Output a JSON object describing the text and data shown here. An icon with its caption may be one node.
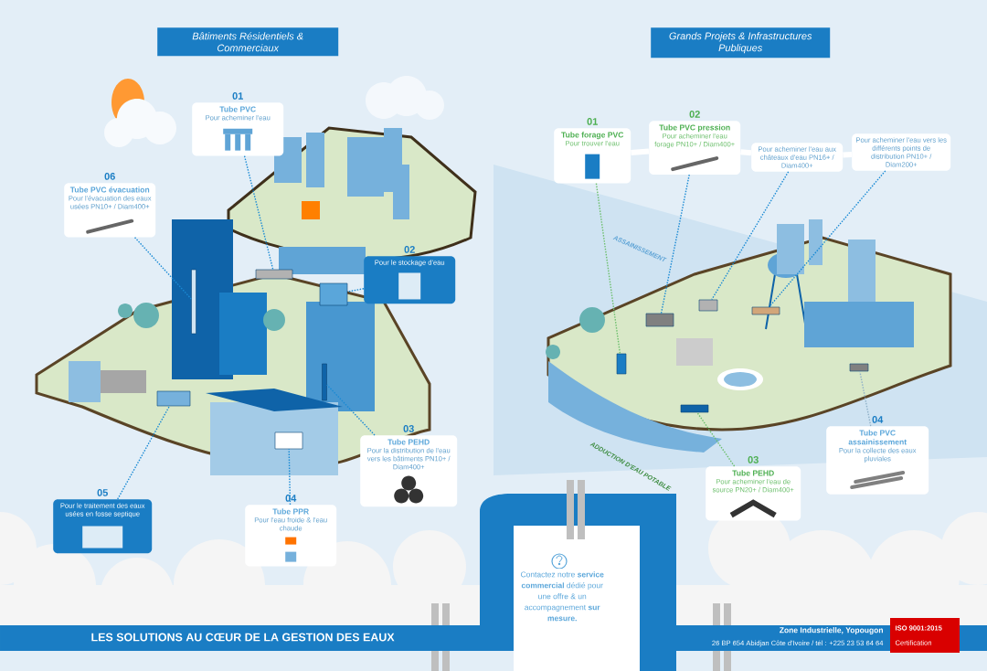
{
  "diagram": {
    "nodes": [
      {
        "text": [
          "Bâtiments Résidentiels & Commerciaux"
        ]
      },
      {
        "text": [
          "Grands Projets & Infrastructures Publiques"
        ]
      },
      {
        "text": [
          "Tube PVC",
          "Pour acheminer l'eau"
        ],
        "beside": [
          "01"
        ]
      },
      {
        "text": [
          "Pour le stockage d'eau"
        ],
        "beside": [
          "02"
        ]
      },
      {
        "text": [
          "Tube PEHD",
          "Pour la distribution de l'eau vers les bâtiments PN10+ / Diam400+"
        ],
        "beside": [
          "03"
        ]
      },
      {
        "text": [
          "Tube PPR",
          "Pour l'eau froide & l'eau chaude"
        ],
        "beside": [
          "04"
        ]
      },
      {
        "text": [
          "Pour le traitement des eaux usées en fosse septique"
        ],
        "beside": [
          "05"
        ]
      },
      {
        "text": [
          "Tube PVC évacuation",
          "Pour l'évacuation des eaux usées PN10+ / Diam400+"
        ],
        "beside": [
          "06"
        ]
      },
      {
        "text": [
          "Tube forage PVC",
          "Pour trouver l'eau"
        ],
        "beside": [
          "01"
        ]
      },
      {
        "text": [
          "Tube PVC pression",
          "Pour acheminer l'eau forage PN10+ / Diam400+"
        ],
        "beside": [
          "02"
        ]
      },
      {
        "text": [
          "Pour acheminer l'eau aux châteaux d'eau PN16+ / Diam400+"
        ]
      },
      {
        "text": [
          "Pour acheminer l'eau vers les différents points de distribution PN10+ / Diam200+"
        ]
      },
      {
        "text": [
          "Tube PEHD",
          "Pour acheminer l'eau de source PN20+ / Diam400+"
        ],
        "beside": [
          "03"
        ]
      },
      {
        "text": [
          "Tube PVC assainissement",
          "Pour la collecte des eaux pluviales"
        ],
        "beside": [
          "04"
        ]
      },
      {
        "text": [
          "Contactez notre **service commercial** dédié pour une offre & un accompagnement **sur mesure.**"
        ]
      },
      {
        "text": [],
        "shape": "box"
      },
      {
        "text": [],
        "shape": "box"
      },
      {
        "text": [],
        "shape": "box"
      },
      {
        "text": [],
        "shape": "box"
      },
      {
        "text": [],
        "shape": "box"
      },
      {
        "text": [],
        "shape": "box"
      },
      {
        "text": [],
        "shape": "box"
      },
      {
        "text": [],
        "shape": "box"
      },
      {
        "text": [],
        "shape": "box"
      },
      {
        "text": [],
        "shape": "box"
      },
      {
        "text": [],
        "shape": "box"
      },
      {
        "text": [],
        "shape": "box"
      }
    ],
    "edges": [
      {
        "from": 2,
        "to": 15,
        "arrow": "none",
        "style": "dashed"
      },
      {
        "from": 7,
        "to": 16,
        "arrow": "none",
        "style": "dashed"
      },
      {
        "from": 3,
        "to": 17,
        "arrow": "none",
        "style": "dashed"
      },
      {
        "from": 4,
        "to": 18,
        "arrow": "none",
        "style": "dashed"
      },
      {
        "from": 5,
        "to": 19,
        "arrow": "none",
        "style": "dashed"
      },
      {
        "from": 6,
        "to": 20,
        "arrow": "none",
        "style": "dashed"
      },
      {
        "from": 8,
        "to": 9,
        "arrow": "none",
        "style": "thick",
        "color": "#ffffff"
      },
      {
        "from": 9,
        "to": 10,
        "arrow": "none",
        "style": "thick",
        "color": "#ffffff"
      },
      {
        "from": 10,
        "to": 11,
        "arrow": "none",
        "style": "thick",
        "color": "#ffffff"
      },
      {
        "from": 8,
        "to": 21,
        "arrow": "none",
        "style": "dashed",
        "color": "#6cbf6c"
      },
      {
        "from": 9,
        "to": 22,
        "arrow": "none",
        "style": "dashed"
      },
      {
        "from": 10,
        "to": 23,
        "arrow": "none",
        "style": "dashed"
      },
      {
        "from": 11,
        "to": 24,
        "arrow": "none",
        "style": "dashed"
      },
      {
        "from": 12,
        "to": 25,
        "arrow": "none",
        "style": "dashed",
        "color": "#6cbf6c"
      },
      {
        "from": 13,
        "to": 26,
        "arrow": "none",
        "style": "dashed",
        "color": "#8fb0c8"
      }
    ],
    "labels": [
      "ASSAINISSEMENT",
      "ADDUCTION D'EAU POTABLE",
      "LES SOLUTIONS AU CŒUR DE LA GESTION DES EAUX",
      "Zone Industrielle, Yopougon",
      "26 BP 654 Abidjan Côte d'Ivoire / tél : +225 23 53 64 64",
      "ISO 9001:2015",
      "Certification"
    ]
  }
}
